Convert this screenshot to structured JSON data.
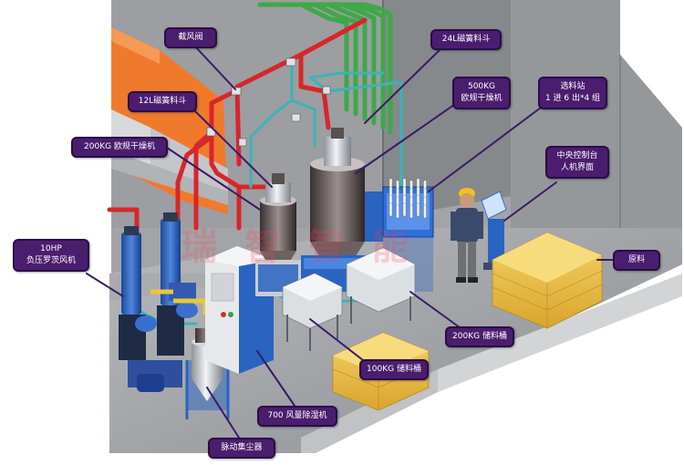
{
  "labels": {
    "damper_valve": "截风阀",
    "hopper_24l": "24L磁簧料斗",
    "hopper_12l": "12L磁簧料斗",
    "dryer_500kg_line1": "500KG",
    "dryer_500kg_line2": "欧规干燥机",
    "selector_line1": "选料站",
    "selector_line2": "1 进 6 出*4 组",
    "dryer_200kg": "200KG 欧规干燥机",
    "control_line1": "中央控制台",
    "control_line2": "人机界面",
    "blower_line1": "10HP",
    "blower_line2": "负压罗茨风机",
    "raw_material": "原料",
    "bin_200kg": "200KG 储料桶",
    "bin_100kg": "100KG 储料桶",
    "dehumidifier_700": "700 风量除湿机",
    "dust_collector": "脉动集尘器"
  },
  "watermark": "瑞 智 智 能",
  "colors": {
    "callout_fill": "#4b1d6e",
    "callout_border": "#2a0d44",
    "leader_line": "#3b1a66",
    "pipe_red": "#d8262b",
    "pipe_green": "#3ea84a",
    "pipe_teal": "#3ab4b8",
    "floor_gray": "#8d8f92",
    "wall_orange": "#f07a2c",
    "machine_blue": "#2a63c2",
    "steel": "#c9cdd2",
    "material_bag": "#e9bd44"
  }
}
